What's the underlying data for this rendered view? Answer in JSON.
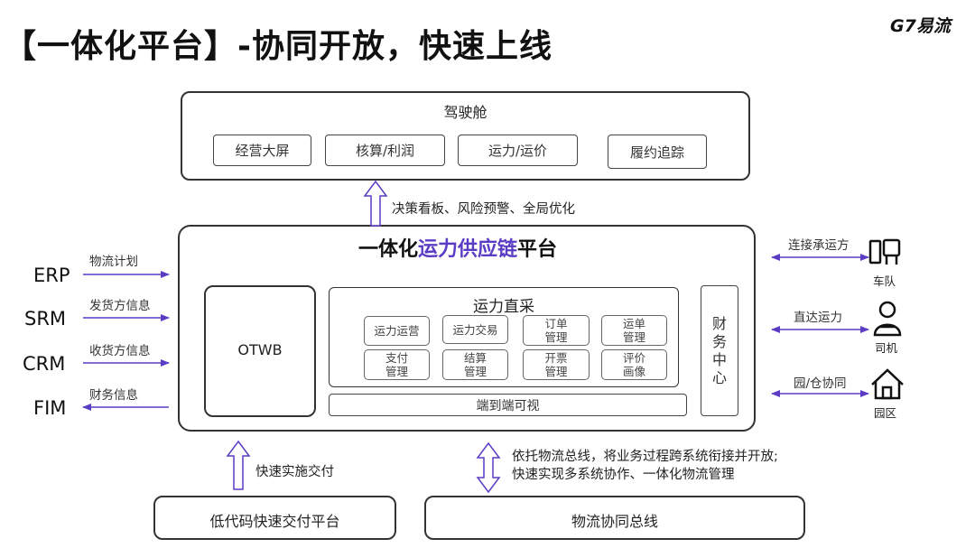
{
  "header": {
    "title": "【一体化平台】-协同开放，快速上线",
    "logo": "G7易流"
  },
  "cockpit": {
    "title": "驾驶舱",
    "items": [
      "经营大屏",
      "核算/利润",
      "运力/运价",
      "履约追踪"
    ]
  },
  "cockpit_arrow_label": "决策看板、风险预警、全局优化",
  "platform": {
    "title_pre": "一体化",
    "title_accent": "运力供应链",
    "title_post": "平台",
    "otwb": "OTWB",
    "direct": {
      "title": "运力直采",
      "row1": [
        "运力运营",
        "运力交易",
        "订单\n管理",
        "运单\n管理"
      ],
      "row2": [
        "支付\n管理",
        "结算\n管理",
        "开票\n管理",
        "评价\n画像"
      ]
    },
    "e2e": "端到端可视",
    "finance": "财\n务\n中\n心"
  },
  "left_systems": [
    {
      "name": "ERP",
      "label": "物流计划",
      "direction": "in"
    },
    {
      "name": "SRM",
      "label": "发货方信息",
      "direction": "in"
    },
    {
      "name": "CRM",
      "label": "收货方信息",
      "direction": "in"
    },
    {
      "name": "FIM",
      "label": "财务信息",
      "direction": "out"
    }
  ],
  "right_links": [
    {
      "label": "连接承运方",
      "icon": "truck-fleet-icon",
      "icon_label": "车队"
    },
    {
      "label": "直达运力",
      "icon": "driver-icon",
      "icon_label": "司机"
    },
    {
      "label": "园/仓协同",
      "icon": "warehouse-icon",
      "icon_label": "园区"
    }
  ],
  "bottom": {
    "lowcode_arrow_label": "快速实施交付",
    "bus_arrow_label": "依托物流总线，将业务过程跨系统衔接并开放;\n快速实现多系统协作、一体化物流管理",
    "lowcode_box": "低代码快速交付平台",
    "bus_box": "物流协同总线"
  },
  "colors": {
    "accent": "#5b3cc4",
    "border": "#333333"
  }
}
